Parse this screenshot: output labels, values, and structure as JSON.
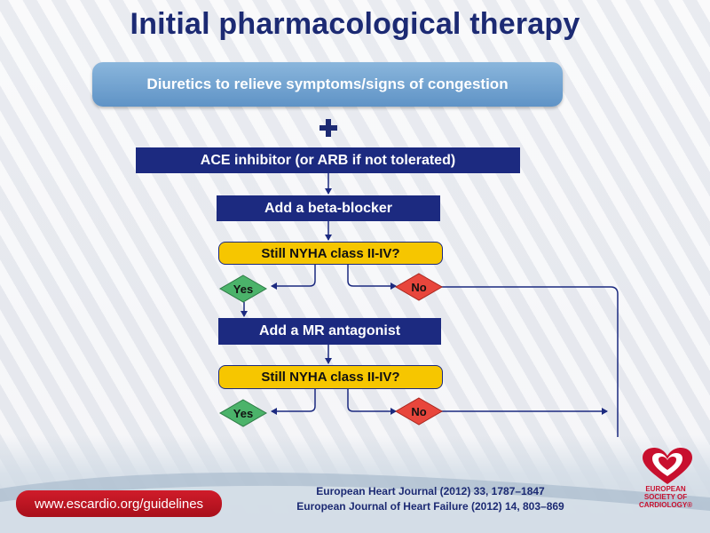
{
  "title": "Initial pharmacological therapy",
  "diuretics": "Diuretics to relieve symptoms/signs of congestion",
  "plus_icon": "plus-icon",
  "ace": "ACE inhibitor (or ARB if not tolerated)",
  "beta": "Add a beta-blocker",
  "q1": "Still NYHA class II-IV?",
  "yes1": "Yes",
  "no1": "No",
  "mra": "Add a MR antagonist",
  "q2": "Still NYHA class II-IV?",
  "yes2": "Yes",
  "no2": "No",
  "footer": {
    "url": "www.escardio.org/guidelines",
    "ref1": "European Heart Journal (2012) 33, 1787–1847",
    "ref2": "European Journal of Heart Failure (2012) 14, 803–869",
    "logo_l1": "EUROPEAN",
    "logo_l2": "SOCIETY OF",
    "logo_l3": "CARDIOLOGY®"
  },
  "colors": {
    "navy": "#1c2a80",
    "yellow": "#f6c600",
    "yes_green": "#4bb36a",
    "no_red": "#e8463c",
    "accent_red": "#c8102e"
  }
}
